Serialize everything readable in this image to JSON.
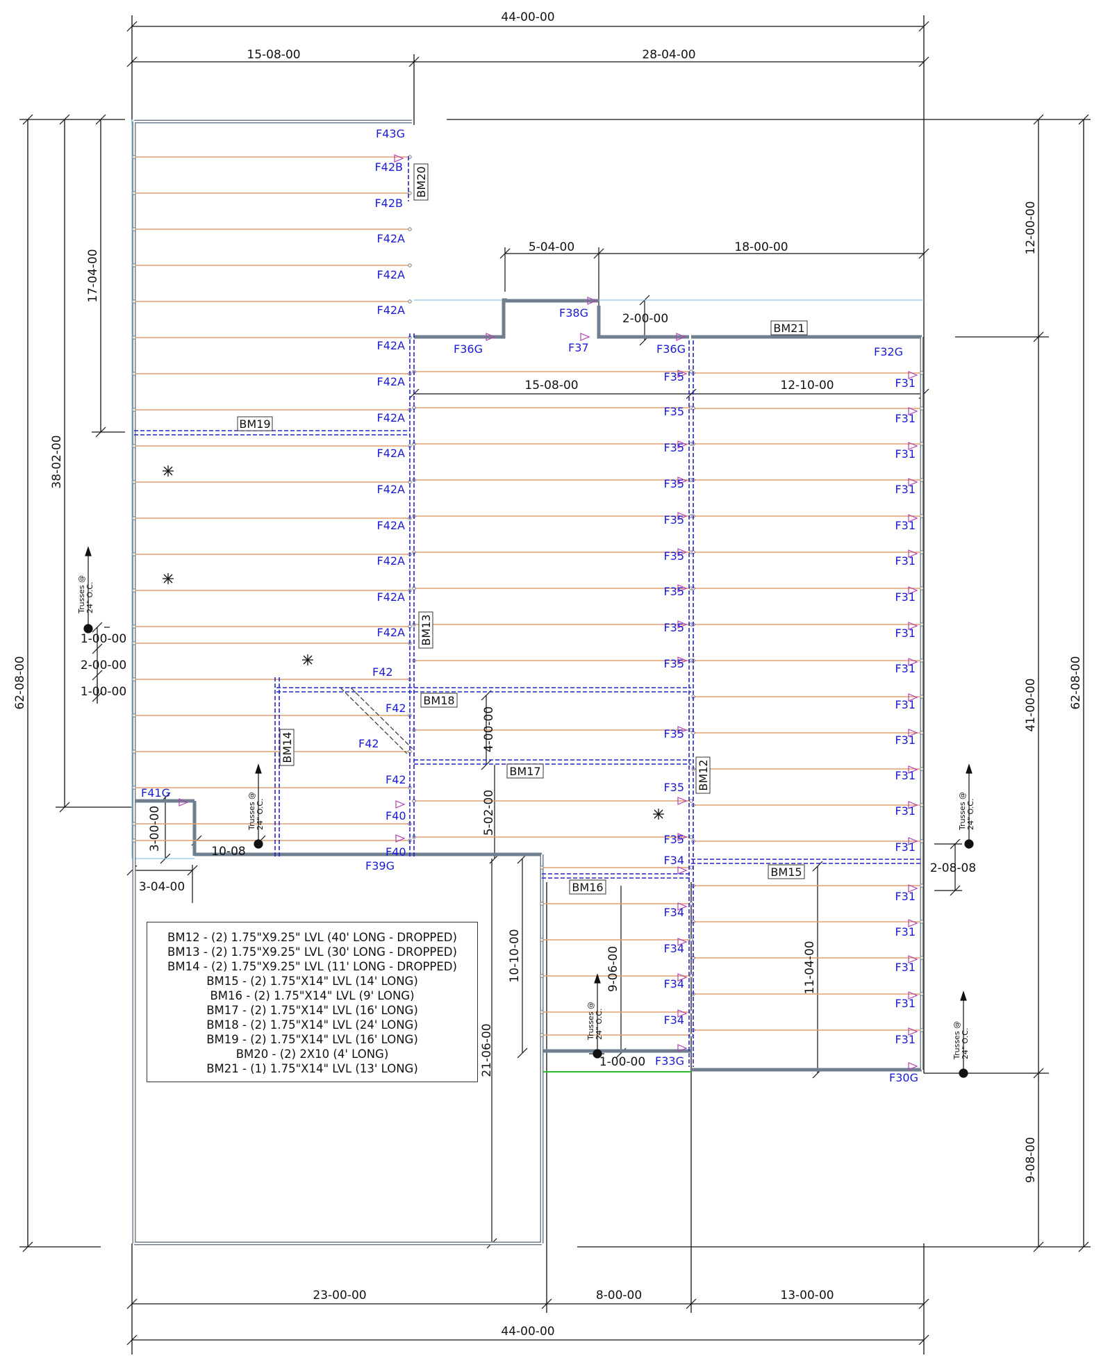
{
  "plan": {
    "dims": {
      "top_overall": "44-00-00",
      "top_left": "15-08-00",
      "top_right": "28-04-00",
      "bump_left": "5-04-00",
      "bump_right": "18-00-00",
      "bump_depth": "2-00-00",
      "mid_left": "15-08-00",
      "mid_right": "12-10-00",
      "left_17": "17-04-00",
      "left_38": "38-02-00",
      "left_62": "62-08-00",
      "right_12": "12-00-00",
      "right_41": "41-00-00",
      "right_62": "62-08-00",
      "right_9": "9-08-00",
      "right_2_08": "2-08-08",
      "stair_1a": "1-00-00",
      "stair_2": "2-00-00",
      "stair_1b": "1-00-00",
      "dim_4": "4-00-00",
      "dim_5": "5-02-00",
      "dim_3": "3-00-00",
      "dim_1008": "10-08",
      "dim_304": "3-04-00",
      "dim_21": "21-06-00",
      "dim_1010": "10-10-00",
      "dim_96": "9-06-00",
      "dim_11": "11-04-00",
      "dim_1b": "1-00-00",
      "bottom_left": "23-00-00",
      "bottom_mid": "8-00-00",
      "bottom_right": "13-00-00",
      "bottom_overall": "44-00-00"
    },
    "spacing_note": {
      "line1": "Trusses @",
      "line2": "24\" O.C."
    },
    "beams": {
      "bm12": "BM12",
      "bm13": "BM13",
      "bm14": "BM14",
      "bm15": "BM15",
      "bm16": "BM16",
      "bm17": "BM17",
      "bm18": "BM18",
      "bm19": "BM19",
      "bm20": "BM20",
      "bm21": "BM21"
    },
    "truss_labels": {
      "f43g": "F43G",
      "f42b": "F42B",
      "f42a": "F42A",
      "f42": "F42",
      "f41g": "F41G",
      "f40": "F40",
      "f39g": "F39G",
      "f38g": "F38G",
      "f37": "F37",
      "f36g": "F36G",
      "f35": "F35",
      "f34": "F34",
      "f33g": "F33G",
      "f32g": "F32G",
      "f31": "F31",
      "f30g": "F30G"
    }
  },
  "legend": {
    "lines": [
      "BM12 - (2) 1.75\"X9.25\" LVL (40' LONG - DROPPED)",
      "BM13 - (2) 1.75\"X9.25\" LVL (30' LONG - DROPPED)",
      "BM14 - (2) 1.75\"X9.25\" LVL (11' LONG - DROPPED)",
      "BM15 - (2) 1.75\"X14\" LVL (14' LONG)",
      "BM16 - (2) 1.75\"X14\" LVL (9' LONG)",
      "BM17 - (2) 1.75\"X14\" LVL (16' LONG)",
      "BM18 - (2) 1.75\"X14\" LVL (24' LONG)",
      "BM19 - (2) 1.75\"X14\" LVL (16' LONG)",
      "BM20 - (2) 2X10 (4' LONG)",
      "BM21 - (1) 1.75\"X14\" LVL (13' LONG)"
    ]
  },
  "colors": {
    "truss": "#e0a070",
    "wall": "#6f7f8f",
    "beam": "#2323d0",
    "label": "#1a1ad6",
    "ref_line": "#8cc8e8",
    "green": "#26c026"
  }
}
